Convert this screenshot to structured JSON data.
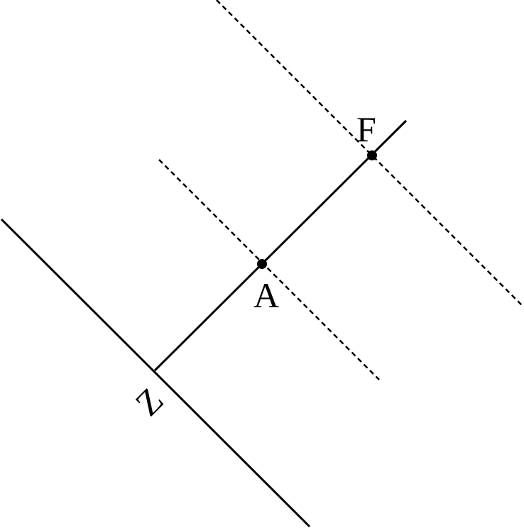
{
  "labels": {
    "F": "F",
    "A": "A",
    "Z": "Z"
  },
  "colors": {
    "line": "#000000",
    "background": "#ffffff"
  }
}
